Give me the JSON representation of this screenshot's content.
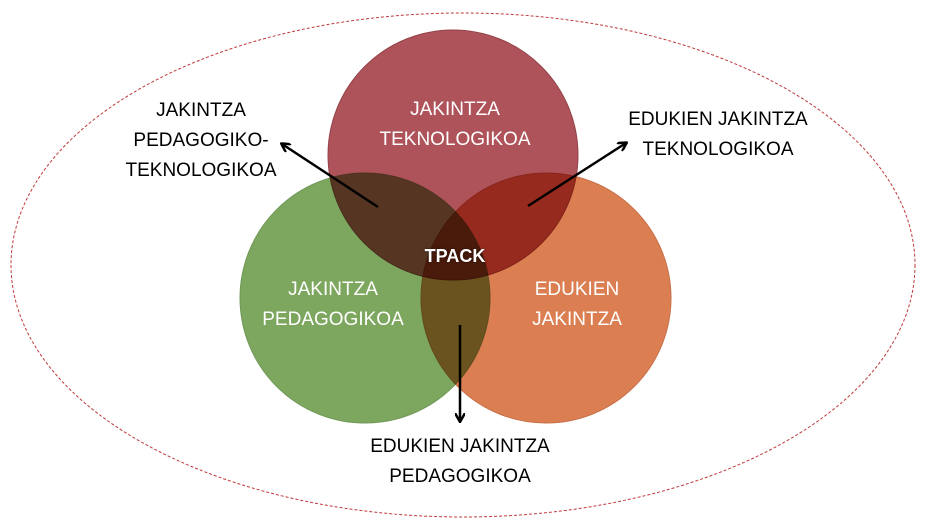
{
  "circles": {
    "technological": {
      "line1": "JAKINTZA",
      "line2": "TEKNOLOGIKOA",
      "color": "#a8444c"
    },
    "pedagogical": {
      "line1": "JAKINTZA",
      "line2": "PEDAGOGIKOA",
      "color": "#77a257"
    },
    "content": {
      "line1": "EDUKIEN",
      "line2": "JAKINTZA",
      "color": "#d9784a"
    }
  },
  "center": "TPACK",
  "labels": {
    "tpk": {
      "line1": "JAKINTZA",
      "line2": "PEDAGOGIKO-",
      "line3": "TEKNOLOGIKOA"
    },
    "tck": {
      "line1": "EDUKIEN JAKINTZA",
      "line2": "TEKNOLOGIKOA"
    },
    "pck": {
      "line1": "EDUKIEN JAKINTZA",
      "line2": "PEDAGOGIKOA"
    }
  },
  "context_border_color": "#c0393b"
}
